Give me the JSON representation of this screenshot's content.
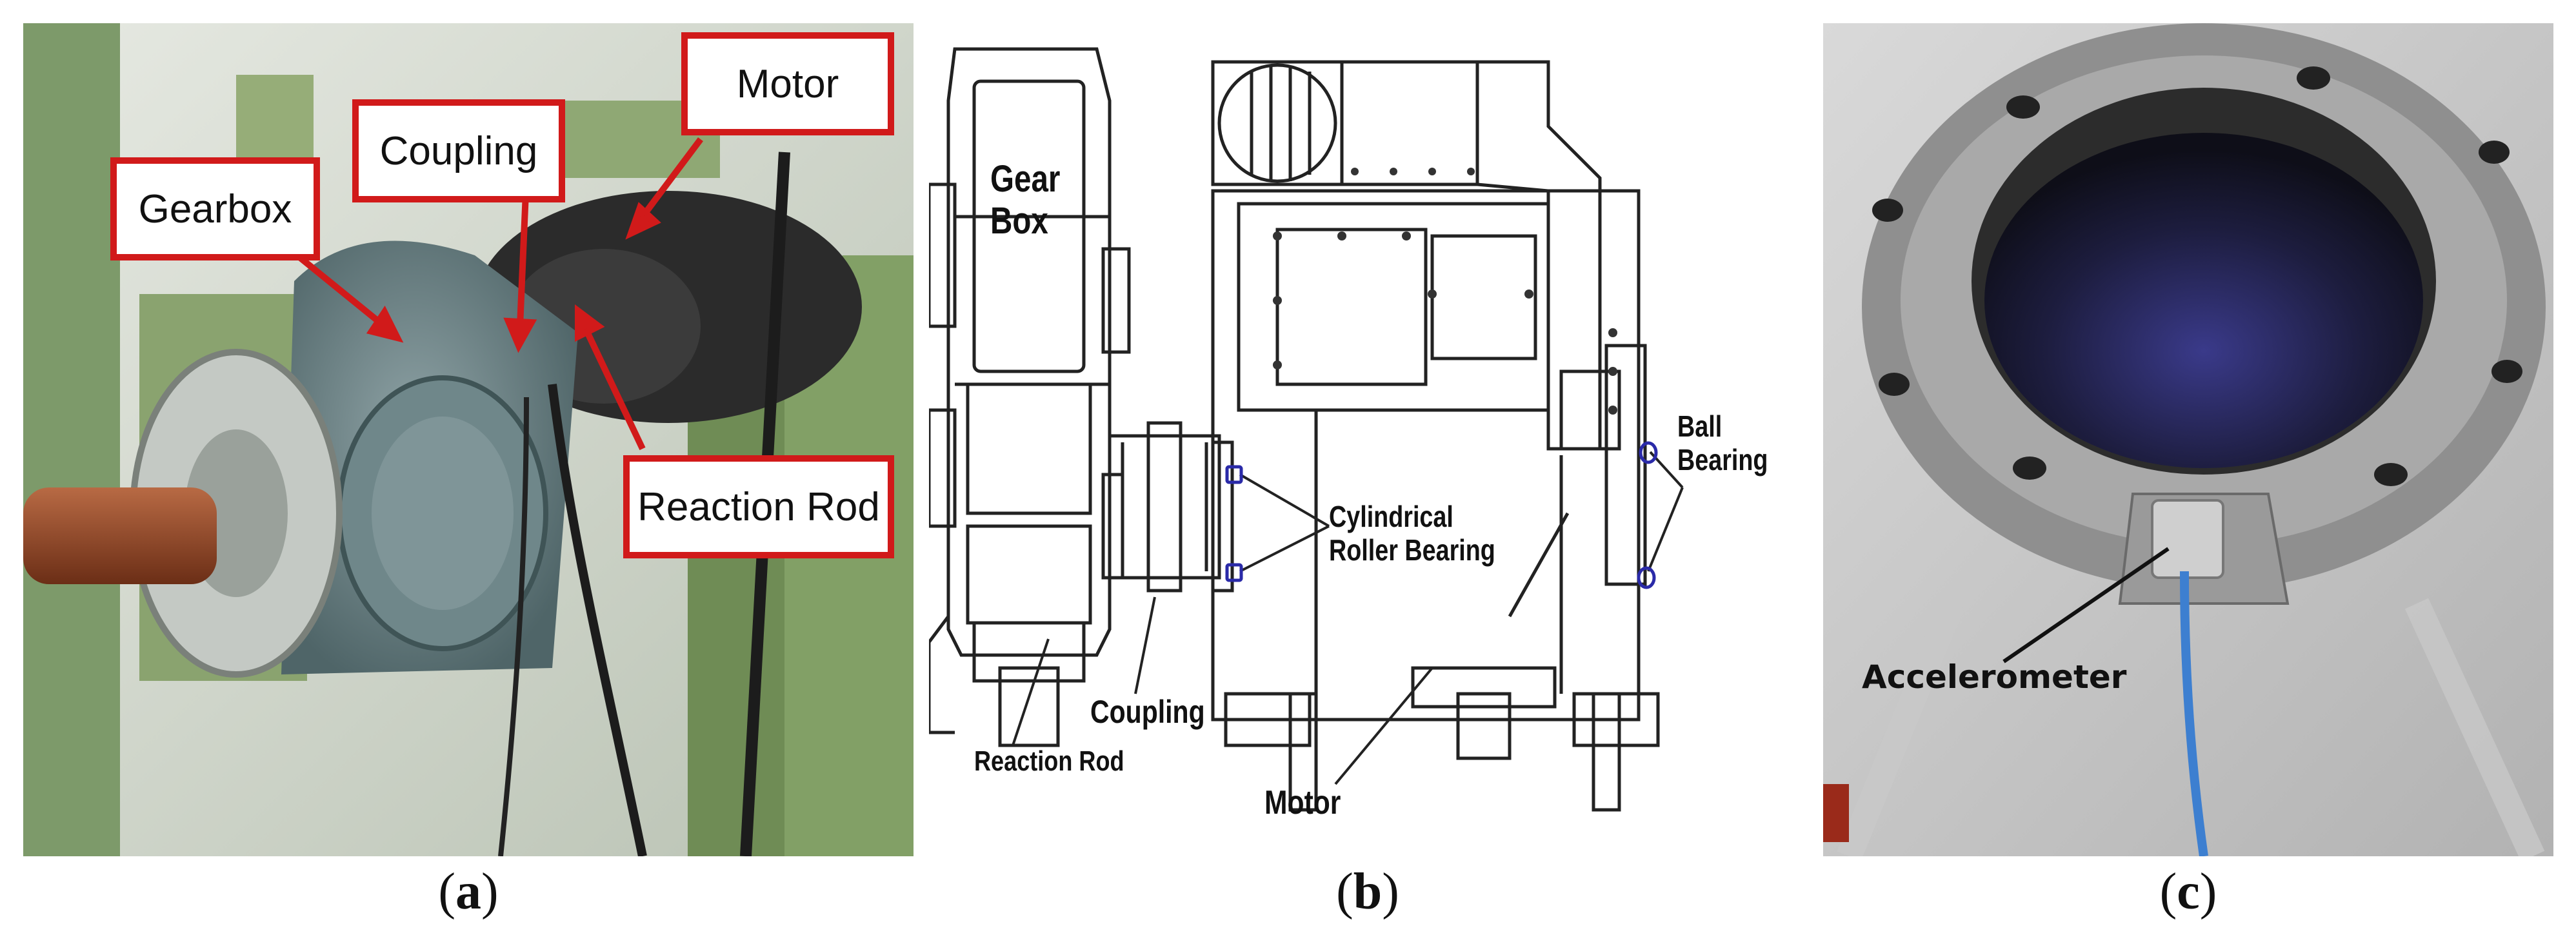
{
  "panels": {
    "a": {
      "caption": "a",
      "callouts": {
        "gearbox": "Gearbox",
        "coupling": "Coupling",
        "motor": "Motor",
        "reaction_rod": "Reaction Rod"
      }
    },
    "b": {
      "caption": "b",
      "labels": {
        "gear_box_line1": "Gear",
        "gear_box_line2": "Box",
        "reaction_rod": "Reaction Rod",
        "coupling": "Coupling",
        "motor": "Motor",
        "cylindrical_line1": "Cylindrical",
        "cylindrical_line2": "Roller Bearing",
        "ball_line1": "Ball",
        "ball_line2": "Bearing"
      }
    },
    "c": {
      "caption": "c",
      "labels": {
        "accelerometer": "Accelerometer"
      }
    }
  },
  "colors": {
    "callout_border": "#d11a1a",
    "arrow": "#d11a1a",
    "bearing_marker": "#2a2aa8",
    "line_drawing": "#222222"
  }
}
